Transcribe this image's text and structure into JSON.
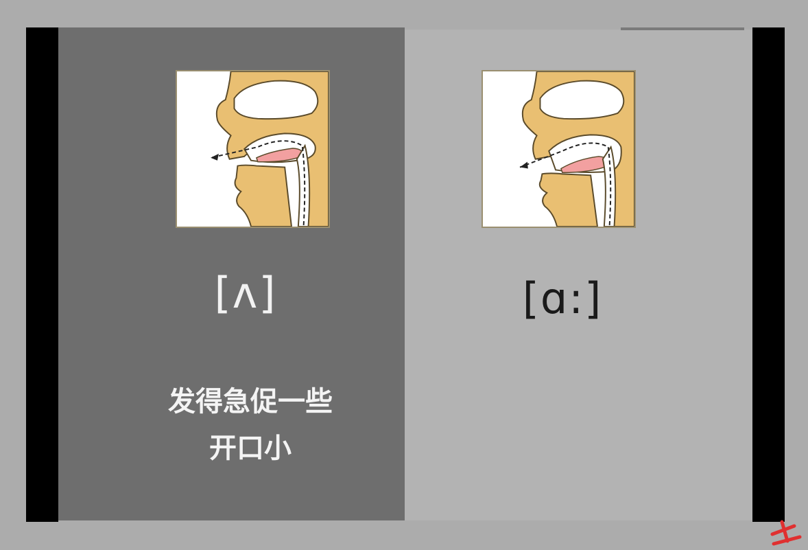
{
  "panels": [
    {
      "id": "short-vowel",
      "symbol": "[ʌ]",
      "notes": [
        "发得急促一些",
        "开口小"
      ],
      "highlighted": true
    },
    {
      "id": "long-vowel",
      "symbol": "[ɑ:]",
      "notes": [],
      "highlighted": false
    }
  ],
  "colors": {
    "outer_bg": "#acacac",
    "side_bars": "#000000",
    "left_panel": "#6e6e6e",
    "right_panel": "#b3b3b3",
    "diagram_skin": "#e9bf72",
    "diagram_tongue": "#f2a0a0",
    "watermark": "#e03030"
  },
  "icons": {
    "diagram_1": "mouth-cross-section-icon",
    "diagram_2": "mouth-cross-section-icon",
    "watermark": "watermark-mark-icon"
  }
}
